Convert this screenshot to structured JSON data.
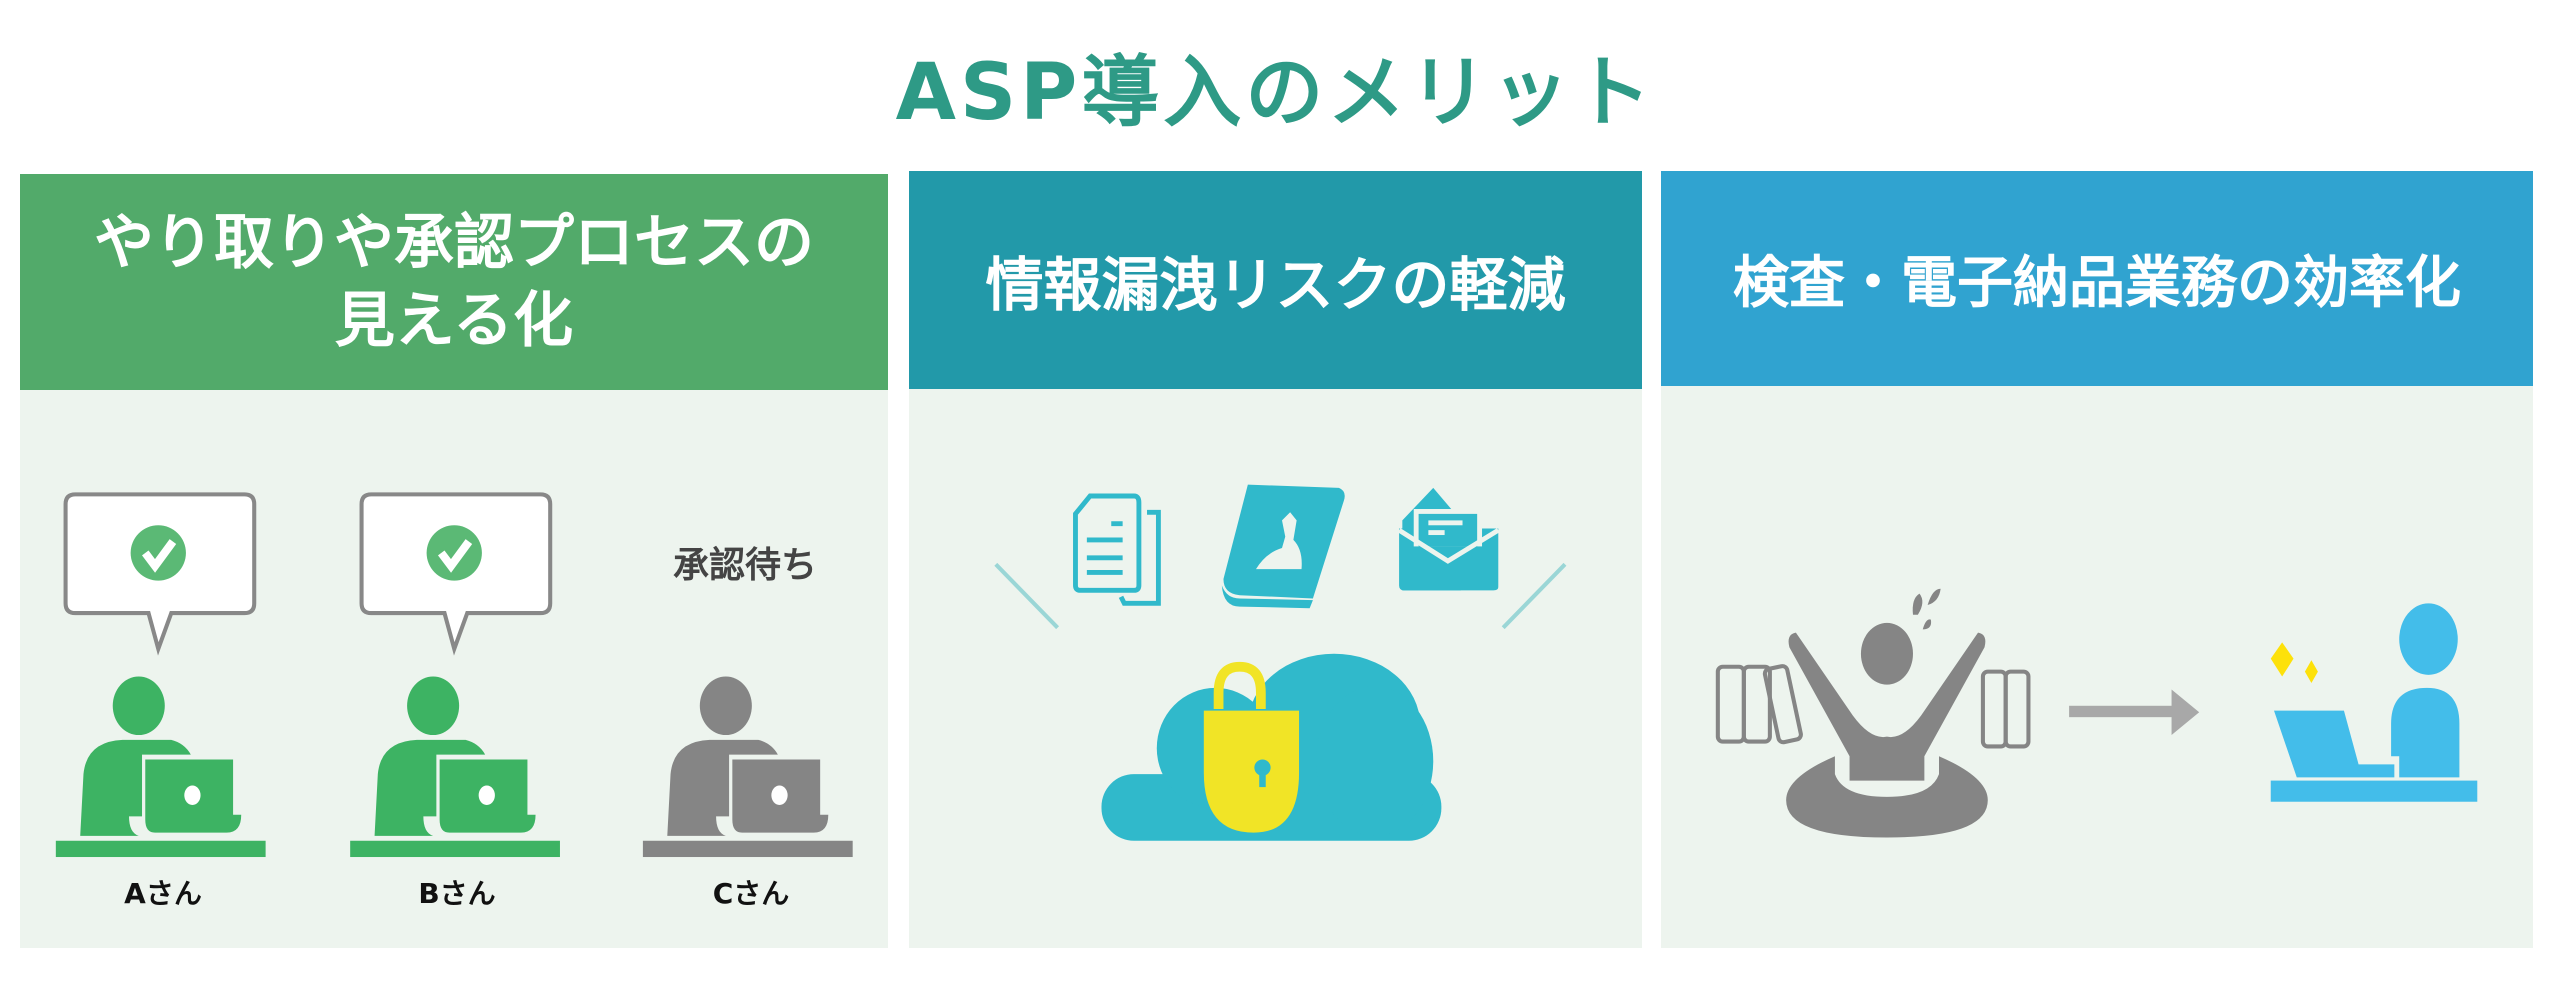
{
  "title": "ASP導入のメリット",
  "panels": [
    {
      "heading_line1": "やり取りや承認プロセスの",
      "heading_line2": "見える化",
      "pending_label": "承認待ち",
      "people": [
        "Aさん",
        "Bさん",
        "Cさん"
      ]
    },
    {
      "heading": "情報漏洩リスクの軽減"
    },
    {
      "heading": "検査・電子納品業務の効率化"
    }
  ],
  "colors": {
    "title": "#2e9a86",
    "panel1_header": "#52aa6a",
    "panel2_header": "#2299a9",
    "panel3_header": "#30a3d0",
    "approved": "#3db363",
    "waiting": "#858585",
    "security": "#30b9cb",
    "lock": "#f1e426",
    "efficient": "#43bdea"
  }
}
